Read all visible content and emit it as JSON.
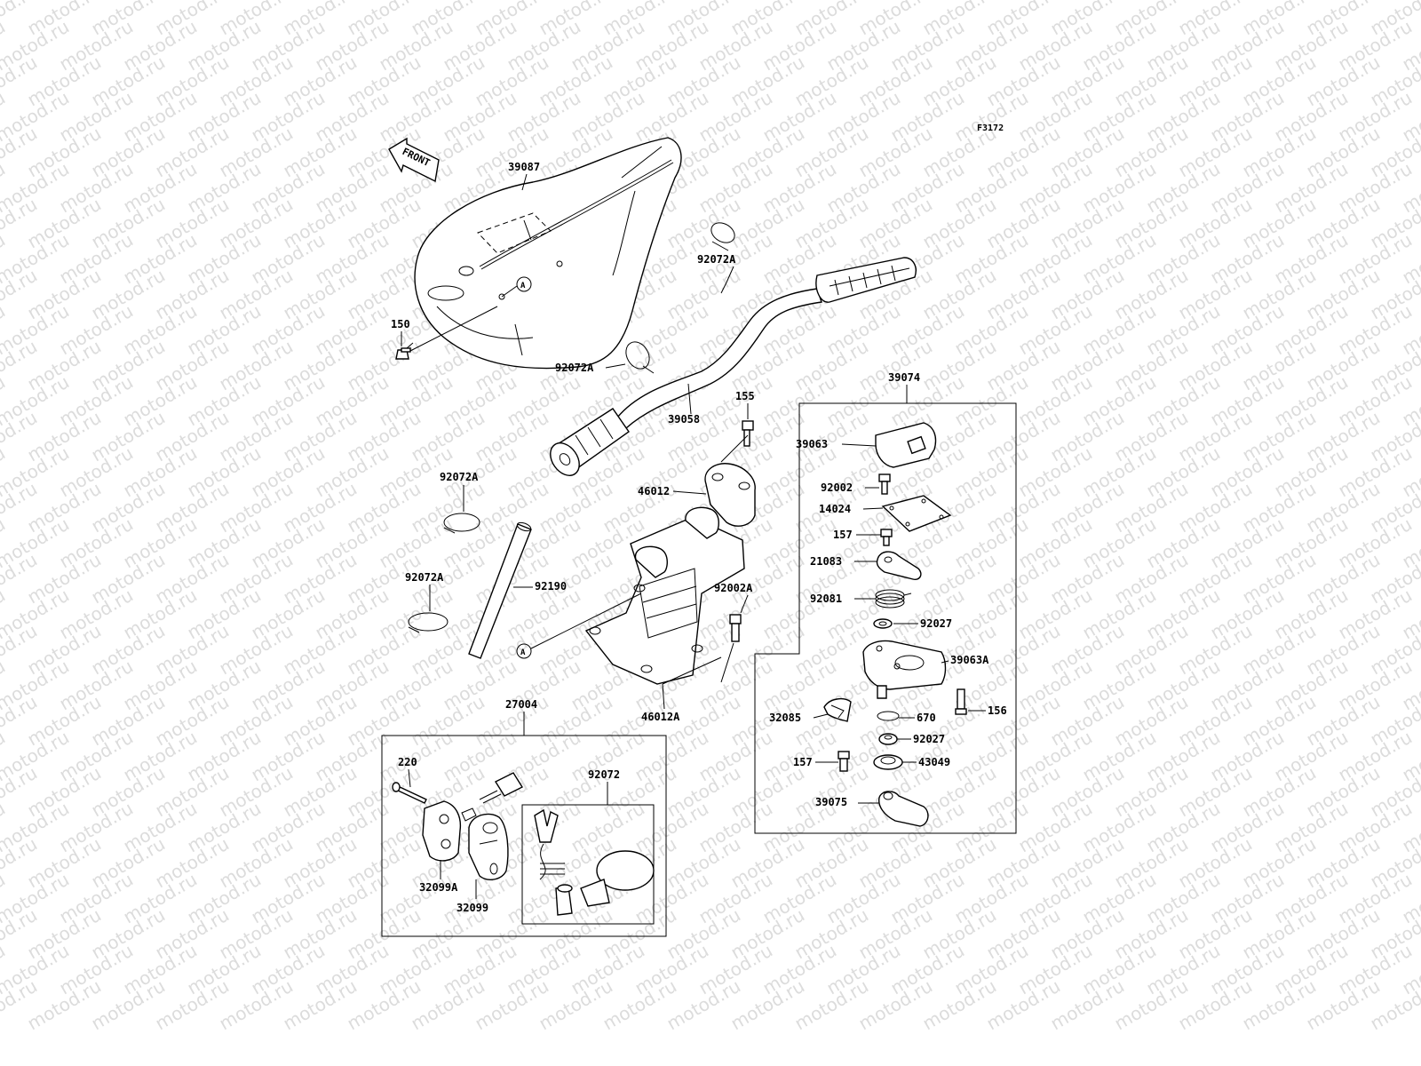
{
  "figure_code": "F3172",
  "front_label": "FRONT",
  "watermark": {
    "text": "motod.ru",
    "color": "#dcdcdc"
  },
  "groups": {
    "left_group": "27004",
    "right_group": "39074",
    "sub_group": "92072"
  },
  "parts": {
    "p39087": "39087",
    "p150": "150",
    "p92072A_top": "92072A",
    "p92072A_mid": "92072A",
    "p39058": "39058",
    "p155": "155",
    "p46012": "46012",
    "p92072A_left1": "92072A",
    "p92072A_left2": "92072A",
    "p92190": "92190",
    "p92002A": "92002A",
    "p46012A": "46012A",
    "p220": "220",
    "p32099A": "32099A",
    "p32099": "32099",
    "p39063": "39063",
    "p92002": "92002",
    "p14024": "14024",
    "p157a": "157",
    "p21083": "21083",
    "p92081": "92081",
    "p92027a": "92027",
    "p39063A": "39063A",
    "p156": "156",
    "p32085": "32085",
    "p670": "670",
    "p92027b": "92027",
    "p157b": "157",
    "p43049": "43049",
    "p39075": "39075",
    "refA1": "A",
    "refA2": "A"
  }
}
